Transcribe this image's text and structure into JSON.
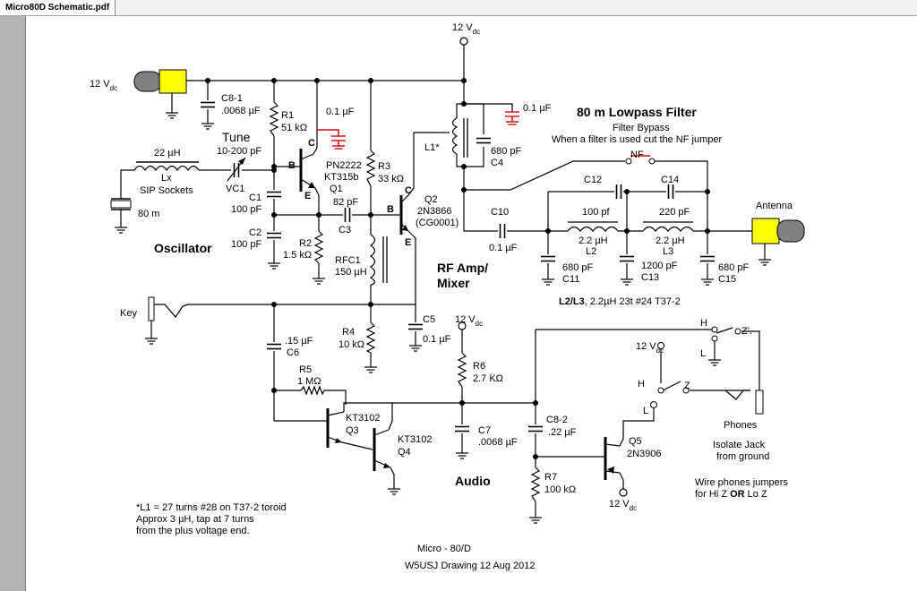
{
  "tab": {
    "title": "Micro80D Schematic.pdf"
  },
  "title": "Micro - 80/D",
  "credit": "W5USJ Drawing 12 Aug 2012",
  "colors": {
    "connector": "#ffff00",
    "plug": "#808080",
    "highlight": "#e00000"
  },
  "labels": {
    "v12": "12 V",
    "vsub": "dc",
    "c81": "C8-1",
    "c81v": ".0068 µF",
    "r1": "R1",
    "r1v": "51 kΩ",
    "c_red": "0.1 µF",
    "tune": "Tune",
    "tunev": "10-200 pF",
    "vc1": "VC1",
    "lx_ind": "22 µH",
    "lx": "Lx",
    "sip": "SIP Sockets",
    "xtal": "80 m",
    "b1": "B",
    "c1pin": "C",
    "e1": "E",
    "q1a": "PN2222",
    "q1b": "KT315b",
    "q1": "Q1",
    "c1": "C1",
    "c1v": "100 pF",
    "c2": "C2",
    "c2v": "100 pF",
    "r2": "R2",
    "r2v": "1.5 kΩ",
    "osc": "Oscillator",
    "c3v": "82 pF",
    "c3": "C3",
    "r3": "R3",
    "r3v": "33 kΩ",
    "rfc1": "RFC1",
    "rfc1v": "150 µH",
    "b2": "B",
    "c2pin": "C",
    "e2": "E",
    "q2": "Q2",
    "q2a": "2N3866",
    "q2b": "(CG0001)",
    "rfamp1": "RF Amp/",
    "rfamp2": "Mixer",
    "l1": "L1*",
    "c4v": "680 pF",
    "c4": "C4",
    "c4red": "0.1 µF",
    "lpf": "80 m Lowpass Filter",
    "fb": "Filter Bypass",
    "fbnote": "When a filter is used cut the NF jumper",
    "nf": "NF",
    "c12": "C12",
    "c12v": "100 pf",
    "c14": "C14",
    "c14v": "220 pF",
    "c10": "C10",
    "c10v": "0.1  µF",
    "l2v": "2.2 µH",
    "l2": "L2",
    "l3v": "2.2 µH",
    "l3": "L3",
    "c11v": "680 pF",
    "c11": "C11",
    "c13v": "1200 pF",
    "c13": "C13",
    "c15v": "680 pF",
    "c15": "C15",
    "antenna": "Antenna",
    "l2l3a": "L2/L3",
    "l2l3b": ", 2.2µH 23t  #24 T37-2",
    "key": "Key",
    "c6v": ".15 µF",
    "c6": "C6",
    "r4": "R4",
    "r4v": "10 kΩ",
    "c5": "C5",
    "c5v": "0.1 µF",
    "r5": "R5",
    "r5v": "1 MΩ",
    "q3a": "KT3102",
    "q3": "Q3",
    "q4a": "KT3102",
    "q4": "Q4",
    "r6": "R6",
    "r6v": "2.7 KΩ",
    "c7": "C7",
    "c7v": ".0068 µF",
    "audio": "Audio",
    "c82": "C8-2",
    "c82v": ".22 µF",
    "r7": "R7",
    "r7v": "100 kΩ",
    "q5": "Q5",
    "q5a": "2N3906",
    "h1": "H",
    "z1": "Z'.",
    "l_1": "L",
    "h2": "H",
    "z2": "Z",
    "l_2": "L",
    "phones": "Phones",
    "iso1": "Isolate Jack",
    "iso2": "from ground",
    "wire1": "Wire phones jumpers",
    "wire2a": "for Hi Z ",
    "wire2b": "OR",
    "wire2c": " Lo Z",
    "note1": "*L1 = 27 turns #28 on T37-2 toroid",
    "note2": "Approx 3 µH, tap at 7 turns",
    "note3": "from the plus voltage end."
  }
}
